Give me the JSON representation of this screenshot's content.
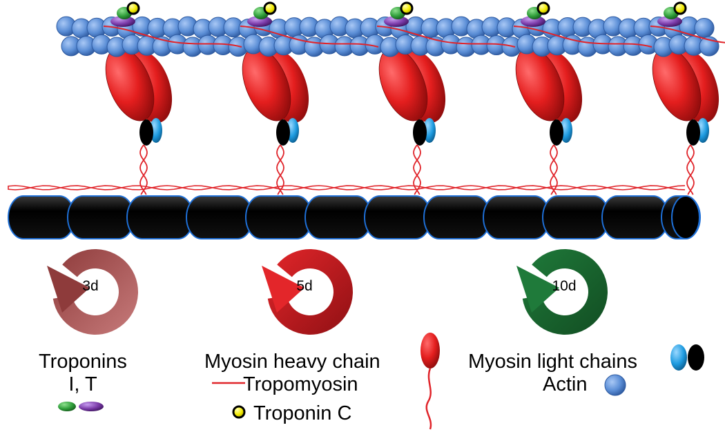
{
  "cycles": [
    {
      "label": "3d",
      "color": "#8e3b3b",
      "gradient_end": "#5a1d1d"
    },
    {
      "label": "5d",
      "color": "#e3262a",
      "gradient_end": "#8f1014"
    },
    {
      "label": "10d",
      "color": "#1f7a3a",
      "gradient_end": "#124d22"
    }
  ],
  "legend": {
    "troponins_line1": "Troponins",
    "troponins_line2": "I, T",
    "myosin_heavy_chain": "Myosin heavy chain",
    "tropomyosin": "Tropomyosin",
    "troponin_c": "Troponin C",
    "myosin_light_chains": "Myosin light chains",
    "actin": "Actin"
  },
  "colors": {
    "actin": "#5b8ed6",
    "myosin_head": "#e41e1e",
    "tropomyosin": "#e0242a",
    "troponin_c": "#f2ea00",
    "troponin_i": "#2f9e3a",
    "troponin_t": "#7a3aa8",
    "light_chain_blue": "#1e9be0",
    "light_chain_black": "#000000",
    "thick_filament": "#000000"
  },
  "filament_unit_count": 6
}
